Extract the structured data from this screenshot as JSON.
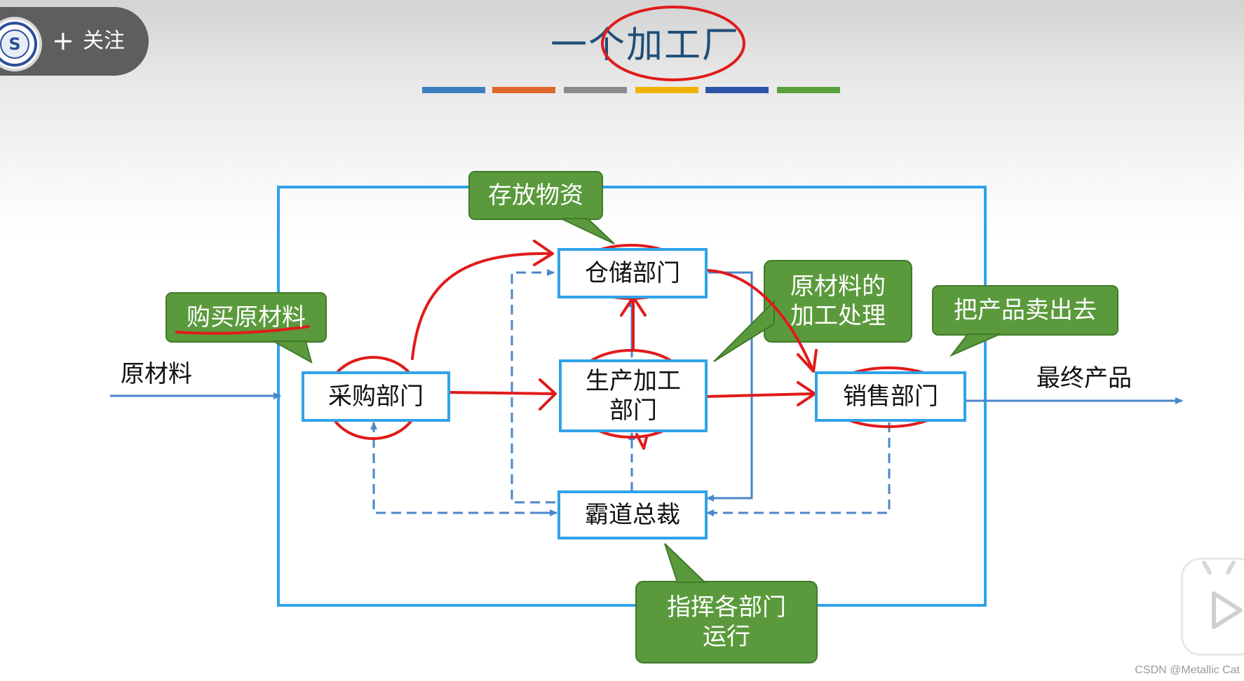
{
  "overlay": {
    "follow_label": "关注",
    "plus_glyph": "+",
    "logo_icon": "school-logo-icon",
    "play_icon": "bilibili-play-icon"
  },
  "slide": {
    "title": "一个加工厂",
    "title_bar_colors": [
      "#3f7fc1",
      "#e0672a",
      "#8a8a8a",
      "#efb200",
      "#2c55a8",
      "#5aa03c"
    ]
  },
  "diagram": {
    "input_label": "原材料",
    "output_label": "最终产品",
    "nodes": {
      "purchasing": "采购部门",
      "warehouse": "仓储部门",
      "production_line1": "生产加工",
      "production_line2": "部门",
      "sales": "销售部门",
      "boss": "霸道总裁"
    },
    "callouts": {
      "warehouse": "存放物资",
      "purchasing": "购买原材料",
      "production_line1": "原材料的",
      "production_line2": "加工处理",
      "sales": "把产品卖出去",
      "boss_line1": "指挥各部门",
      "boss_line2": "运行"
    },
    "colors": {
      "box_border": "#2fa3e8",
      "arrow_blue": "#4a86c8",
      "callout_green": "#5a9a3c",
      "annotation_red": "#e01b1b"
    }
  },
  "footer": {
    "watermark": "CSDN @Metallic Cat"
  }
}
